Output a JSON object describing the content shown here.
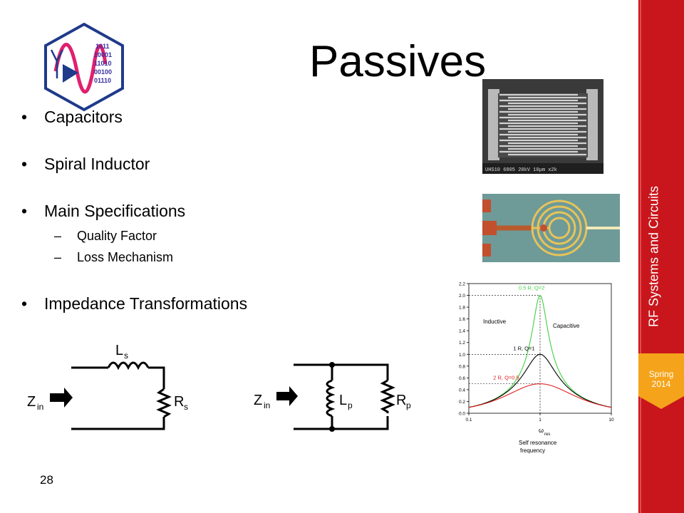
{
  "slide": {
    "title": "Passives",
    "slide_number": "28",
    "course": "RF Systems and Circuits",
    "term_line1": "Spring",
    "term_line2": "2014",
    "logo_bits": [
      "1011",
      "10001",
      "11010",
      "00100",
      "01110"
    ]
  },
  "bullets": [
    {
      "text": "Capacitors"
    },
    {
      "text": "Spiral Inductor"
    },
    {
      "text": "Main Specifications",
      "sub": [
        "Quality Factor",
        "Loss Mechanism"
      ]
    },
    {
      "text": "Impedance Transformations"
    }
  ],
  "sem_photo": {
    "caption": "UHS10 6805 20kV 10μm x2k"
  },
  "circuits": {
    "series": {
      "input": "Z",
      "input_sub": "in",
      "inductor": "L",
      "inductor_sub": "s",
      "resistor": "R",
      "resistor_sub": "s"
    },
    "parallel": {
      "input": "Z",
      "input_sub": "in",
      "inductor": "L",
      "inductor_sub": "p",
      "resistor": "R",
      "resistor_sub": "p"
    }
  },
  "chart_data": {
    "type": "line",
    "x_scale": "log",
    "xlim": [
      0.1,
      10
    ],
    "ylim": [
      0,
      2.2
    ],
    "x_ticks": [
      "0.1",
      "1",
      "10"
    ],
    "y_ticks": [
      "0.0",
      "0.2",
      "0.4",
      "0.6",
      "0.8",
      "1.0",
      "1.2",
      "1.4",
      "1.6",
      "1.8",
      "2.0",
      "2.2"
    ],
    "x_label_main": "ω",
    "x_label_sub": "res",
    "x_caption_line1": "Self resonance",
    "x_caption_line2": "frequency",
    "region_left": "Inductive",
    "region_right": "Capacitive",
    "series": [
      {
        "name": "0.5 R, Q=2",
        "Q": 2,
        "peak": 2.0,
        "color": "#3fd13f"
      },
      {
        "name": "1 R, Q=1",
        "Q": 1,
        "peak": 1.0,
        "color": "#000000"
      },
      {
        "name": "2 R, Q=0.5",
        "Q": 0.5,
        "peak": 0.5,
        "color": "#e02020"
      }
    ]
  }
}
